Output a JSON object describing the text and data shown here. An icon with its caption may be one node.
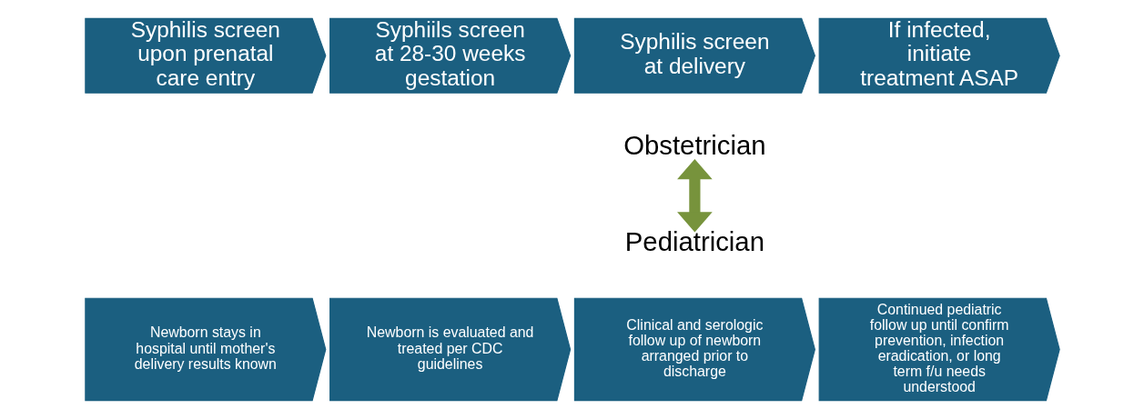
{
  "diagram": {
    "nodes": [
      {
        "text": [
          "Syphilis screen upon prenatal care entry"
        ]
      },
      {
        "text": [
          "Syphiils screen at 28-30 weeks gestation"
        ]
      },
      {
        "text": [
          "Syphilis screen at delivery"
        ]
      },
      {
        "text": [
          "If infected, initiate treatment ASAP"
        ]
      },
      {
        "text": [
          "Obstetrician"
        ]
      },
      {
        "text": [
          "Pediatrician"
        ]
      },
      {
        "text": [
          "Newborn stays in hospital until mother's delivery results known"
        ]
      },
      {
        "text": [
          "Newborn is evaluated and treated per CDC guidelines"
        ]
      },
      {
        "text": [
          "Clinical and serologic follow up of newborn arranged prior to discharge"
        ]
      },
      {
        "text": [
          "Continued pediatric follow up until confirm prevention, infection eradication, or long term f/u needs understood"
        ]
      }
    ],
    "edges": [
      {
        "from": 4,
        "to": 5,
        "arrow": "both",
        "color": "#77933c"
      }
    ]
  }
}
